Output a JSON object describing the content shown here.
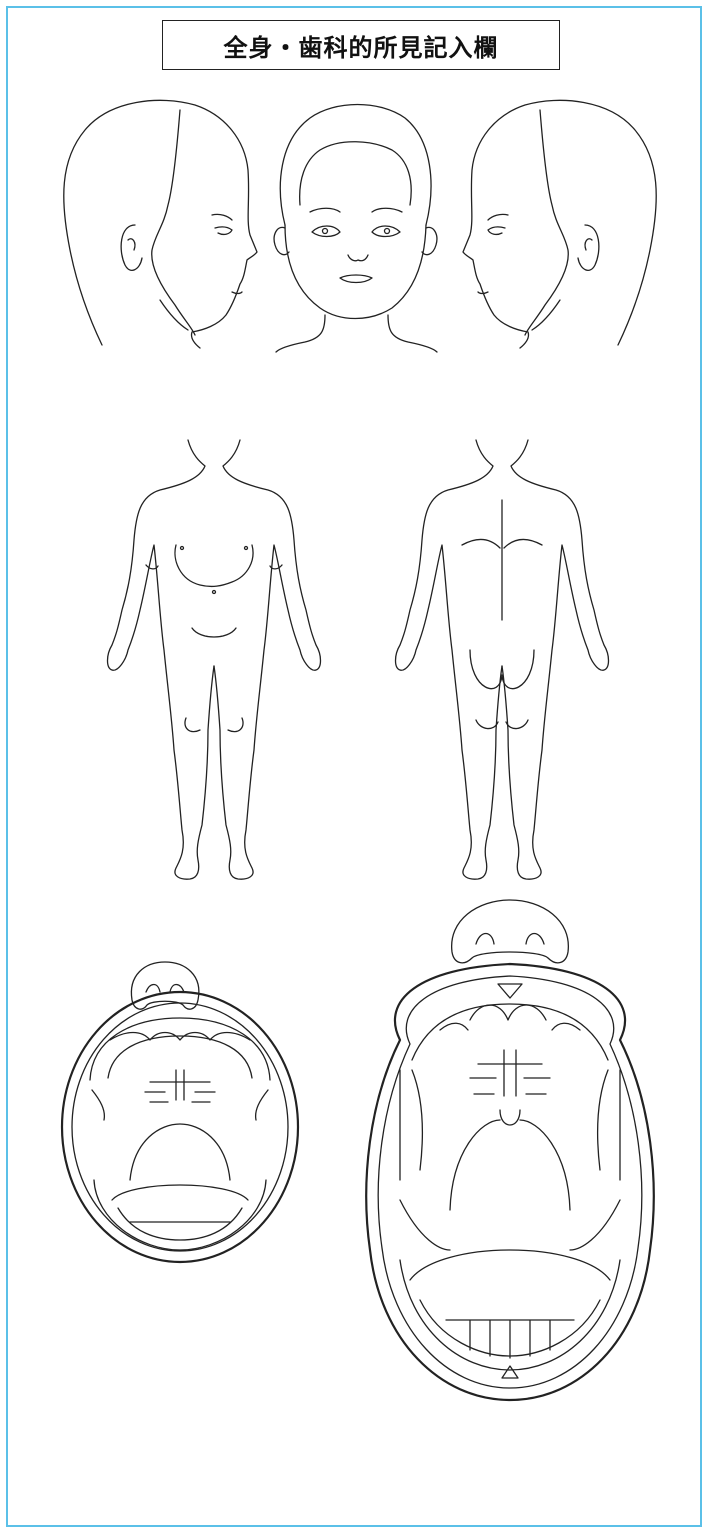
{
  "form": {
    "title": "全身・歯科的所見記入欄"
  },
  "style": {
    "frame_color": "#5bc0e8",
    "line_color": "#222222"
  },
  "figures": {
    "heads": [
      "head-left-profile",
      "head-front",
      "head-right-profile"
    ],
    "bodies": [
      "body-front",
      "body-back"
    ],
    "mouths": [
      "mouth-deciduous",
      "mouth-permanent"
    ]
  }
}
